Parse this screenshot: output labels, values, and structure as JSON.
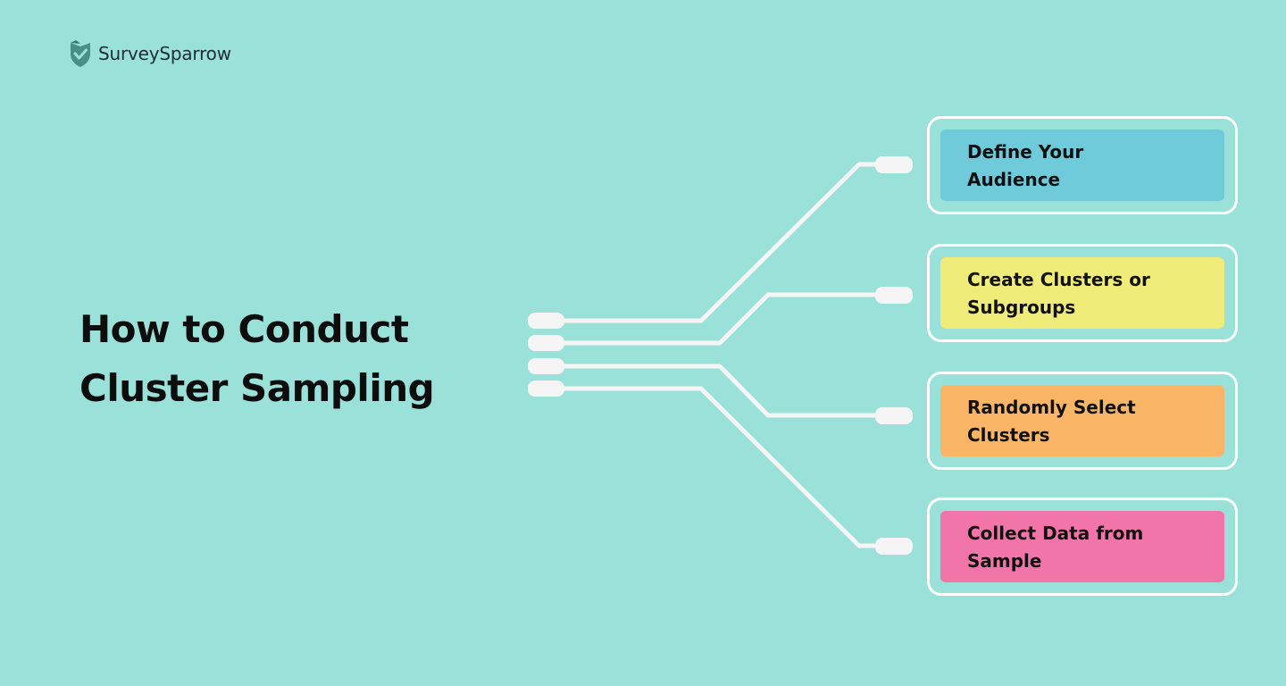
{
  "brand": {
    "name": "SurveySparrow",
    "logo_icon": "sparrow-shield-logo-icon"
  },
  "title": {
    "line1": "How to Conduct",
    "line2": "Cluster Sampling"
  },
  "colors": {
    "background": "#9ae1d9",
    "connector": "#f5f5f5",
    "step1": "#6fcad9",
    "step2": "#f0ec7a",
    "step3": "#fab567",
    "step4": "#f175a8"
  },
  "steps": [
    {
      "label": "Define Your Audience"
    },
    {
      "label": "Create Clusters or Subgroups"
    },
    {
      "label": "Randomly Select Clusters"
    },
    {
      "label": "Collect Data from Sample"
    }
  ]
}
